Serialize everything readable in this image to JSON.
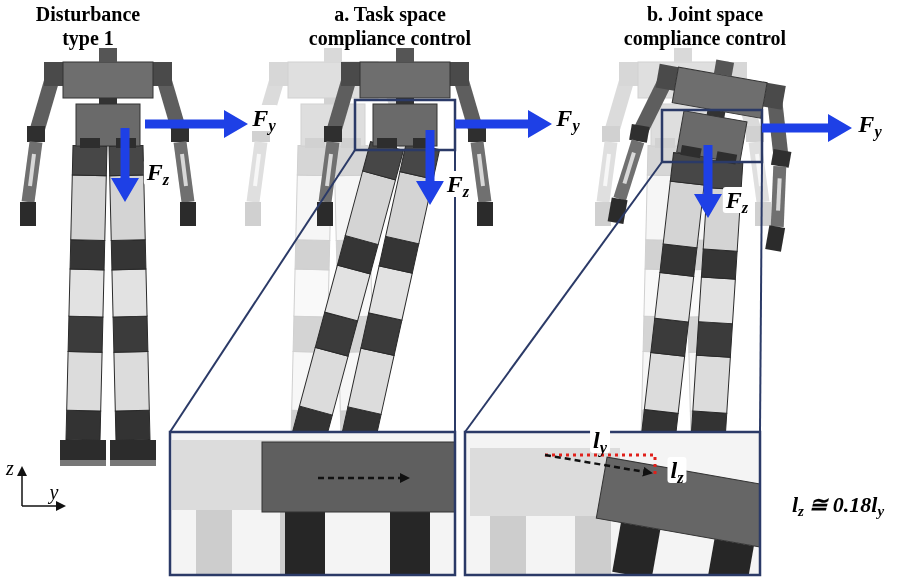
{
  "diagram": {
    "labels": [
      "Disturbance type 1",
      "a. Task space compliance control",
      "b. Joint space compliance control",
      "Fy",
      "Fz",
      "Fy",
      "Fz",
      "Fy",
      "Fz",
      "z",
      "y",
      "ly",
      "lz",
      "lz ≅ 0.18ly"
    ]
  }
}
